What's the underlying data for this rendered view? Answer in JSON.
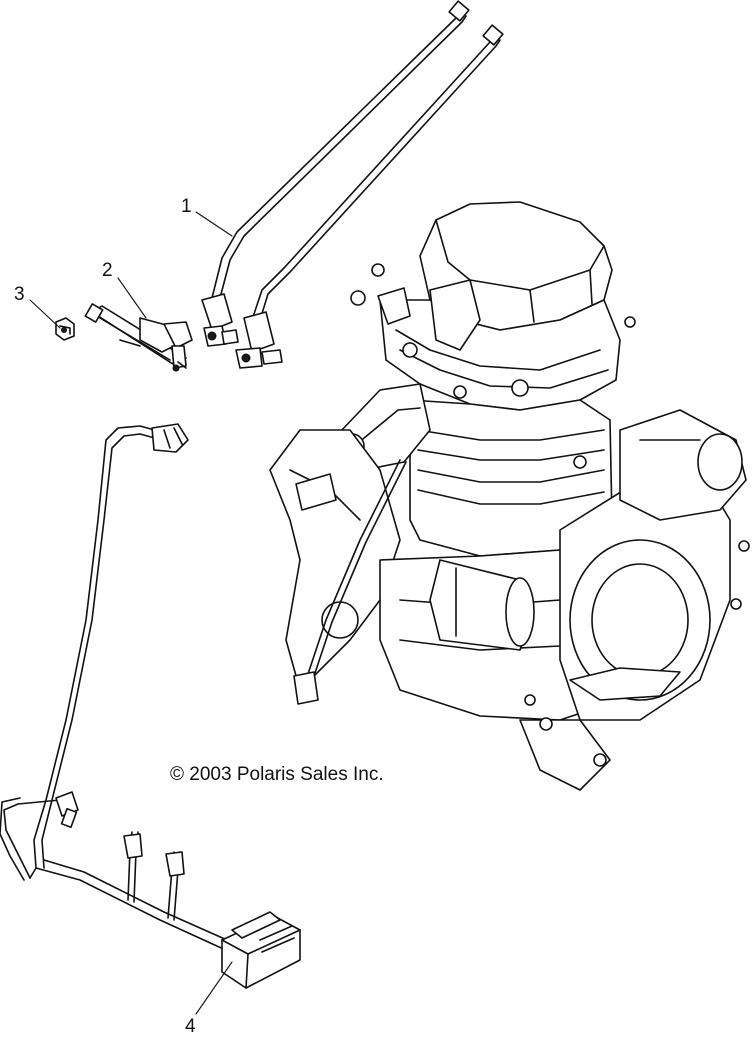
{
  "callouts": [
    {
      "id": "1",
      "label": "1"
    },
    {
      "id": "2",
      "label": "2"
    },
    {
      "id": "3",
      "label": "3"
    },
    {
      "id": "4",
      "label": "4"
    }
  ],
  "copyright": "© 2003 Polaris Sales Inc."
}
